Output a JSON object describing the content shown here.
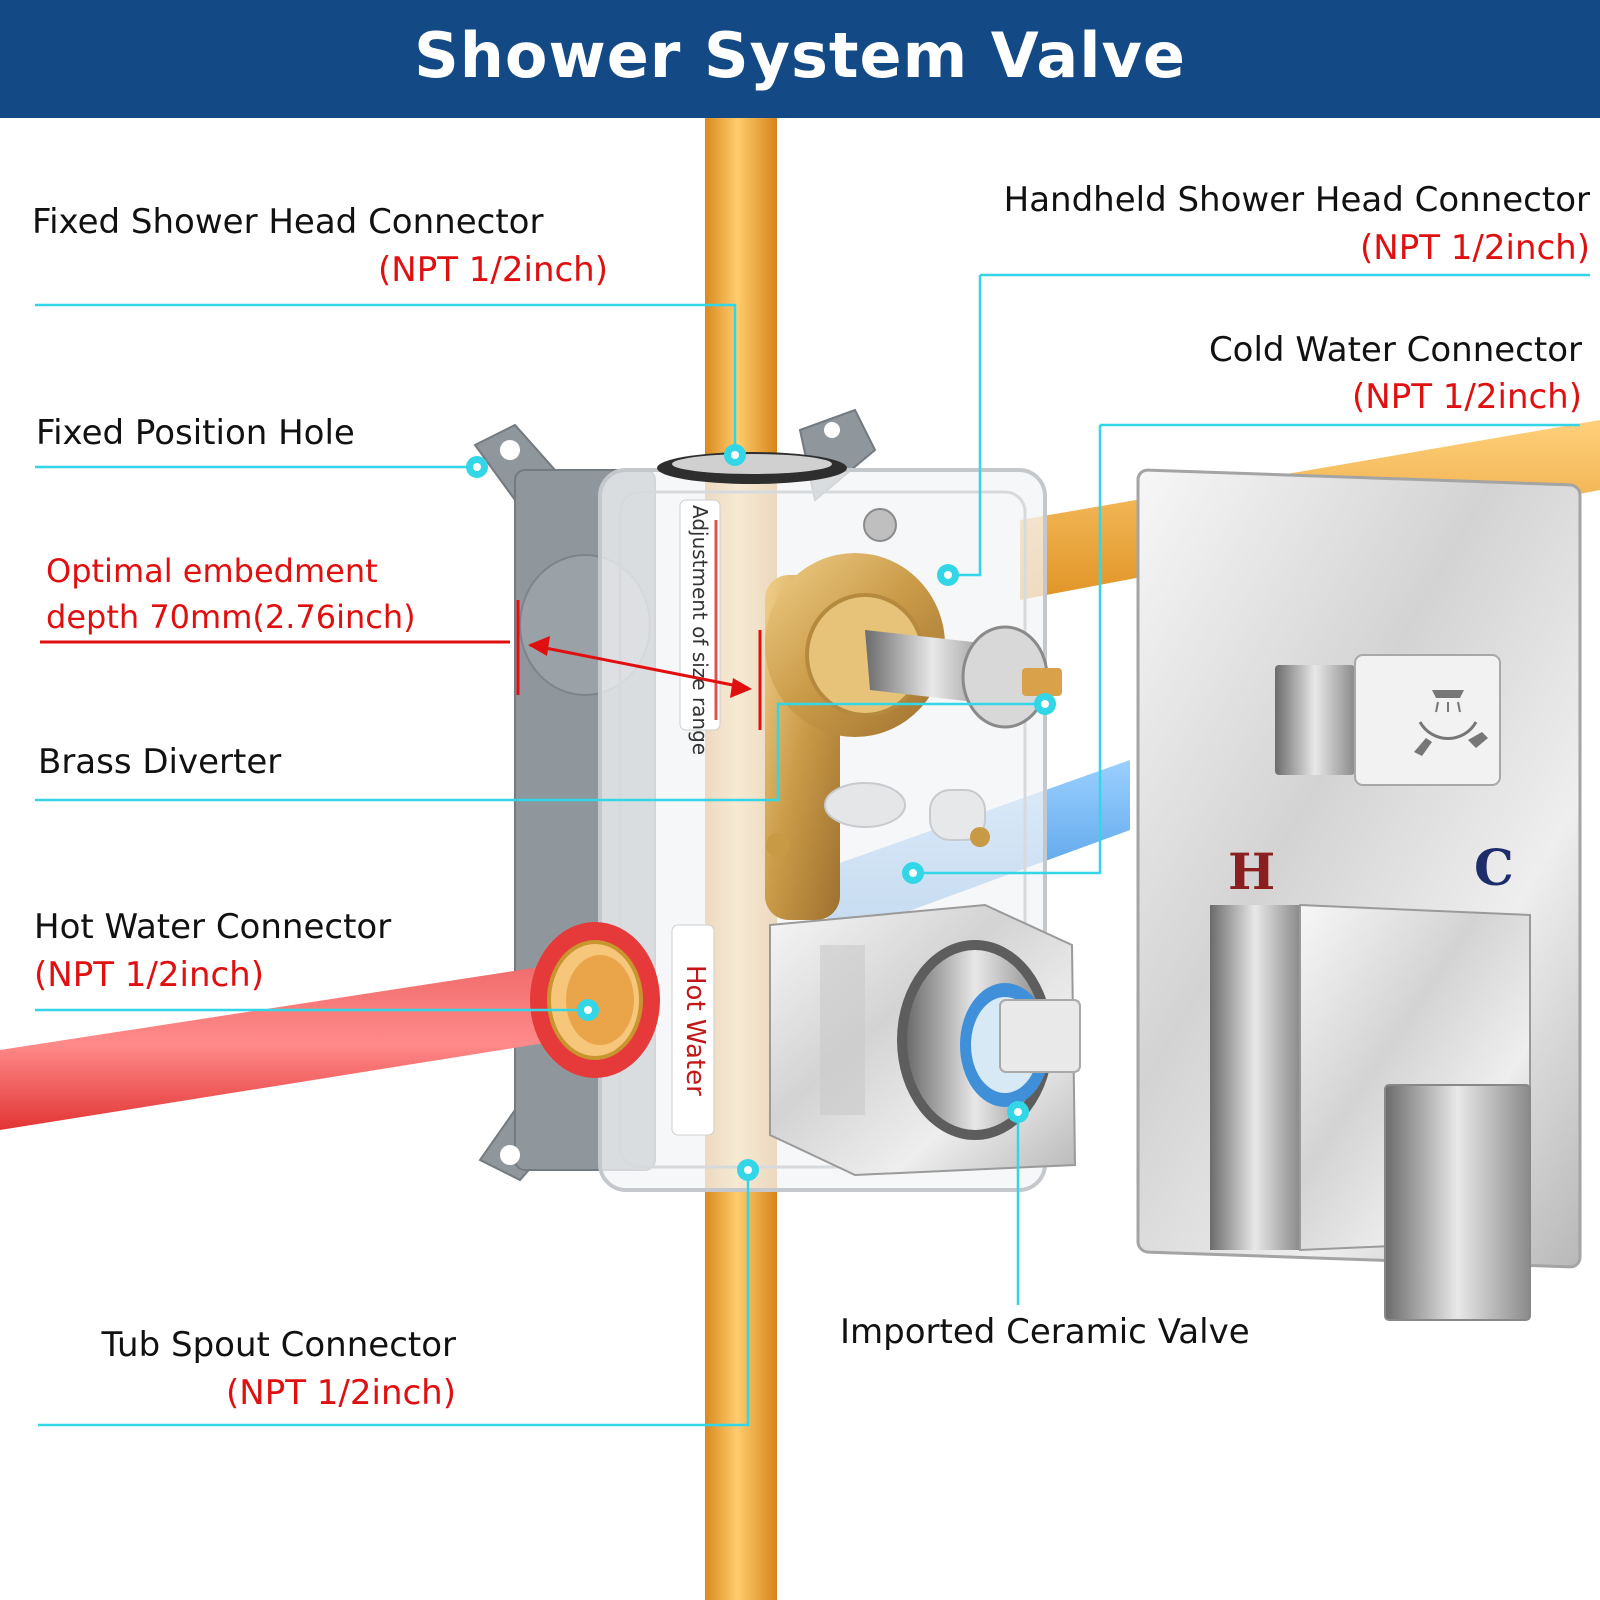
{
  "title": "Shower System Valve",
  "labels": {
    "fixed_head": {
      "name": "Fixed Shower Head Connector",
      "spec": "(NPT 1/2inch)"
    },
    "handheld_head": {
      "name": "Handheld Shower Head Connector",
      "spec": "(NPT 1/2inch)"
    },
    "cold_water": {
      "name": "Cold Water Connector",
      "spec": "(NPT 1/2inch)"
    },
    "fixed_hole": {
      "name": "Fixed Position Hole"
    },
    "embedment": {
      "line1": "Optimal embedment",
      "line2": "depth 70mm(2.76inch)"
    },
    "brass_diverter": {
      "name": "Brass Diverter"
    },
    "hot_water": {
      "name": "Hot Water Connector",
      "spec": "(NPT 1/2inch)"
    },
    "tub_spout": {
      "name": "Tub Spout Connector",
      "spec": "(NPT 1/2inch)"
    },
    "ceramic_valve": {
      "name": "Imported Ceramic Valve"
    }
  },
  "box_text": {
    "adjustment": "Adjustment of size range",
    "hot_water": "Hot Water"
  },
  "trim_letters": {
    "hot": "H",
    "cold": "C"
  },
  "colors": {
    "banner": "#134a85",
    "leader_line": "#33d6e6",
    "spec_text": "#e01010",
    "hot_pipe": "#e8383a",
    "cold_pipe": "#5aa6e8",
    "copper_pipe": "#f0a638",
    "hot_letter": "#8b1e1e",
    "cold_letter": "#1d2d6b"
  },
  "icons": [
    "shower-head-icon",
    "handheld-spray-icon"
  ]
}
